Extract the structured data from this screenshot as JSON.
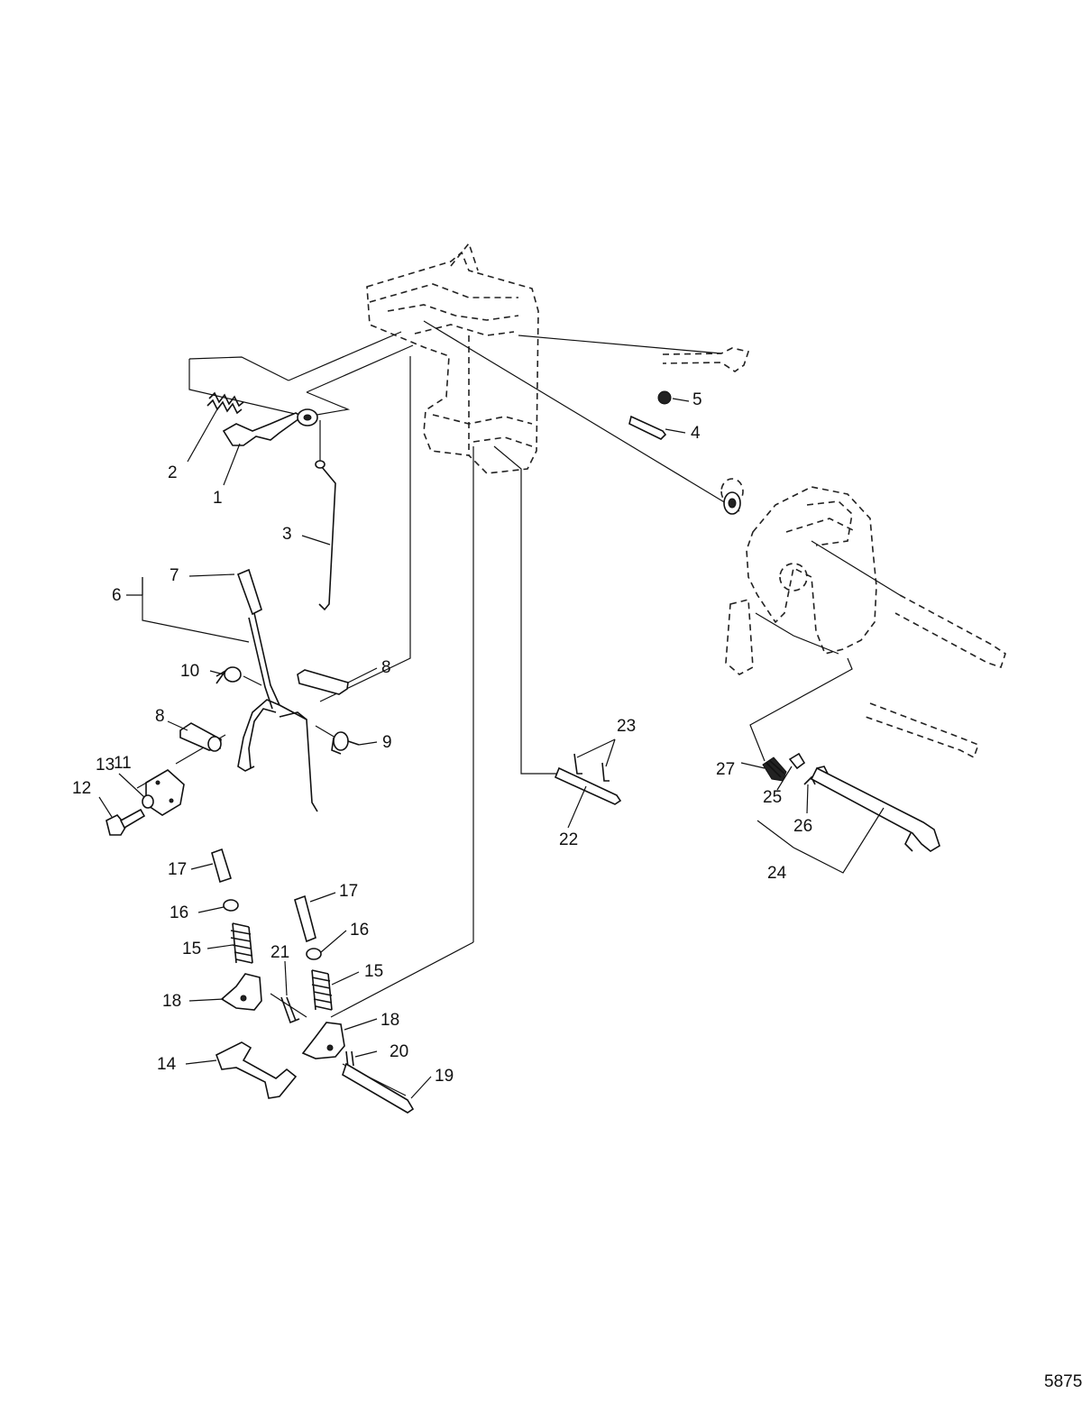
{
  "figure_number": "5875",
  "callouts": [
    {
      "id": "c1",
      "text": "1"
    },
    {
      "id": "c2",
      "text": "2"
    },
    {
      "id": "c3",
      "text": "3"
    },
    {
      "id": "c4",
      "text": "4"
    },
    {
      "id": "c5",
      "text": "5"
    },
    {
      "id": "c6",
      "text": "6"
    },
    {
      "id": "c7",
      "text": "7"
    },
    {
      "id": "c8a",
      "text": "8"
    },
    {
      "id": "c8b",
      "text": "8"
    },
    {
      "id": "c9",
      "text": "9"
    },
    {
      "id": "c10",
      "text": "10"
    },
    {
      "id": "c11",
      "text": "11"
    },
    {
      "id": "c12",
      "text": "12"
    },
    {
      "id": "c13",
      "text": "13"
    },
    {
      "id": "c14",
      "text": "14"
    },
    {
      "id": "c15a",
      "text": "15"
    },
    {
      "id": "c15b",
      "text": "15"
    },
    {
      "id": "c16a",
      "text": "16"
    },
    {
      "id": "c16b",
      "text": "16"
    },
    {
      "id": "c17a",
      "text": "17"
    },
    {
      "id": "c17b",
      "text": "17"
    },
    {
      "id": "c18a",
      "text": "18"
    },
    {
      "id": "c18b",
      "text": "18"
    },
    {
      "id": "c19",
      "text": "19"
    },
    {
      "id": "c20",
      "text": "20"
    },
    {
      "id": "c21",
      "text": "21"
    },
    {
      "id": "c22",
      "text": "22"
    },
    {
      "id": "c23",
      "text": "23"
    },
    {
      "id": "c24",
      "text": "24"
    },
    {
      "id": "c25",
      "text": "25"
    },
    {
      "id": "c26",
      "text": "26"
    },
    {
      "id": "c27",
      "text": "27"
    }
  ]
}
